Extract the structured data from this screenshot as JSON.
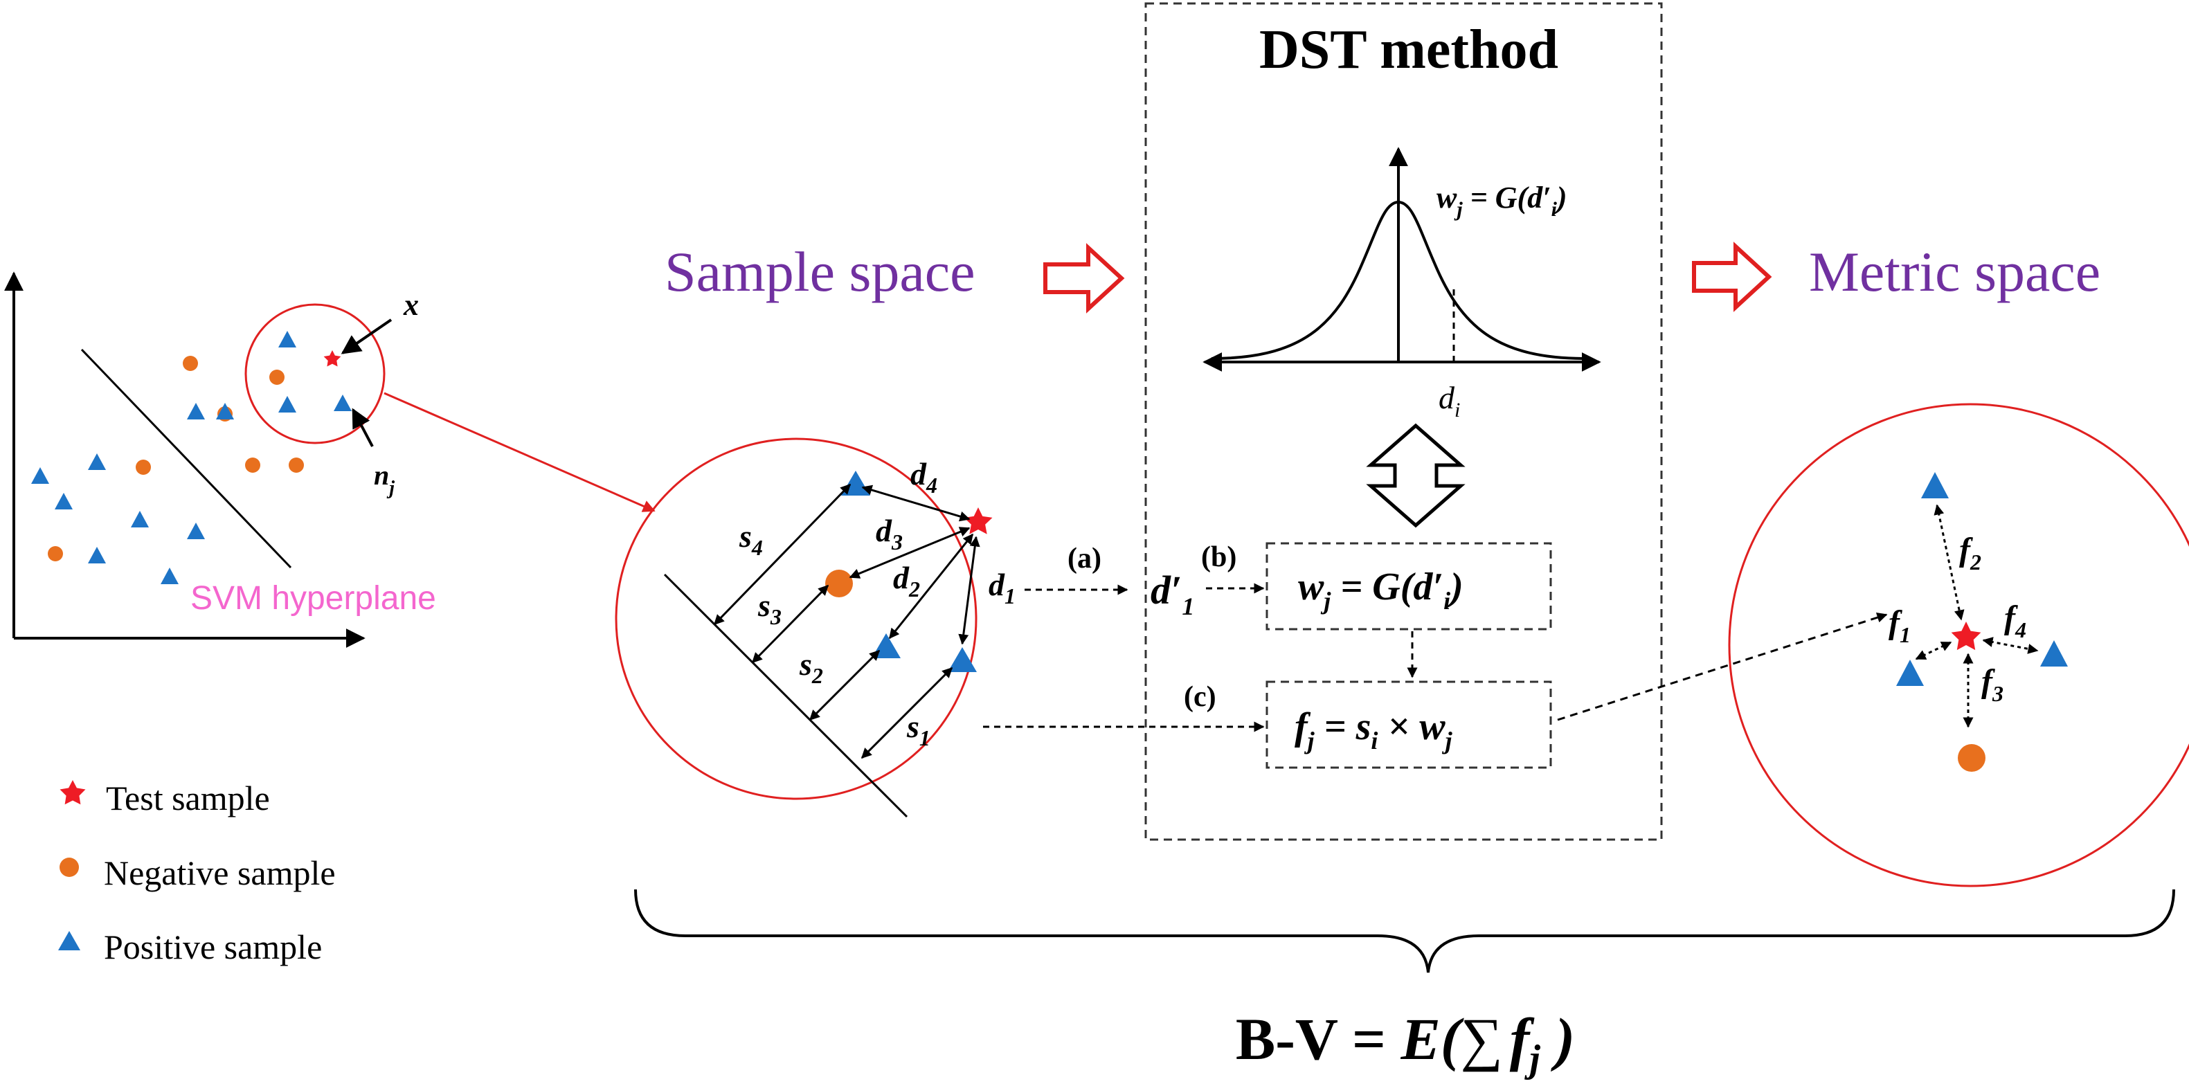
{
  "title": "DST method",
  "sample_space_label": "Sample space",
  "metric_space_label": "Metric space",
  "svm_label": "SVM hyperplane",
  "formula_bv": {
    "prefix": "B-V = ",
    "E": "E(",
    "sum": "∑",
    "f": "f",
    "sub": "j",
    "close": " )"
  },
  "legend": [
    {
      "label": "Test sample",
      "icon": "star-icon",
      "color": "#ee1c25"
    },
    {
      "label": "Negative sample",
      "icon": "circle-icon",
      "color": "#e8701e"
    },
    {
      "label": "Positive sample",
      "icon": "triangle-icon",
      "color": "#1e74c6"
    }
  ],
  "step_labels": {
    "a": "(a)",
    "b": "(b)",
    "c": "(c)"
  },
  "gauss_formula": {
    "w": "w",
    "wsub": "j",
    "mid": " = G(d′",
    "dsub": "i",
    "close": ")"
  },
  "gauss_axis_label": {
    "d": "d",
    "sub": "i"
  },
  "box_b": {
    "w": "w",
    "wsub": "j",
    "mid": " = G(d′",
    "dsub": "i",
    "close": ")"
  },
  "box_c": {
    "f": "f",
    "fsub": "j",
    "eq": " = s",
    "ssub": "i",
    "times": " × w",
    "wsub": "j"
  },
  "d_prime": {
    "d": "d′",
    "sub": "1"
  },
  "x_label": "x",
  "n_label": {
    "n": "n",
    "sub": "j"
  },
  "sample_circle_labels": {
    "d": [
      "d",
      "d",
      "d",
      "d"
    ],
    "d_sub": [
      "1",
      "2",
      "3",
      "4"
    ],
    "s": [
      "s",
      "s",
      "s",
      "s"
    ],
    "s_sub": [
      "1",
      "2",
      "3",
      "4"
    ]
  },
  "metric_circle_labels": {
    "f": [
      "f",
      "f",
      "f",
      "f"
    ],
    "f_sub": [
      "1",
      "2",
      "3",
      "4"
    ]
  },
  "colors": {
    "red": "#ee1c25",
    "orange": "#e8701e",
    "blue": "#1e74c6",
    "purple": "#7030a0",
    "pink": "#f466ce",
    "line_red": "#e02020",
    "black": "#000000"
  }
}
